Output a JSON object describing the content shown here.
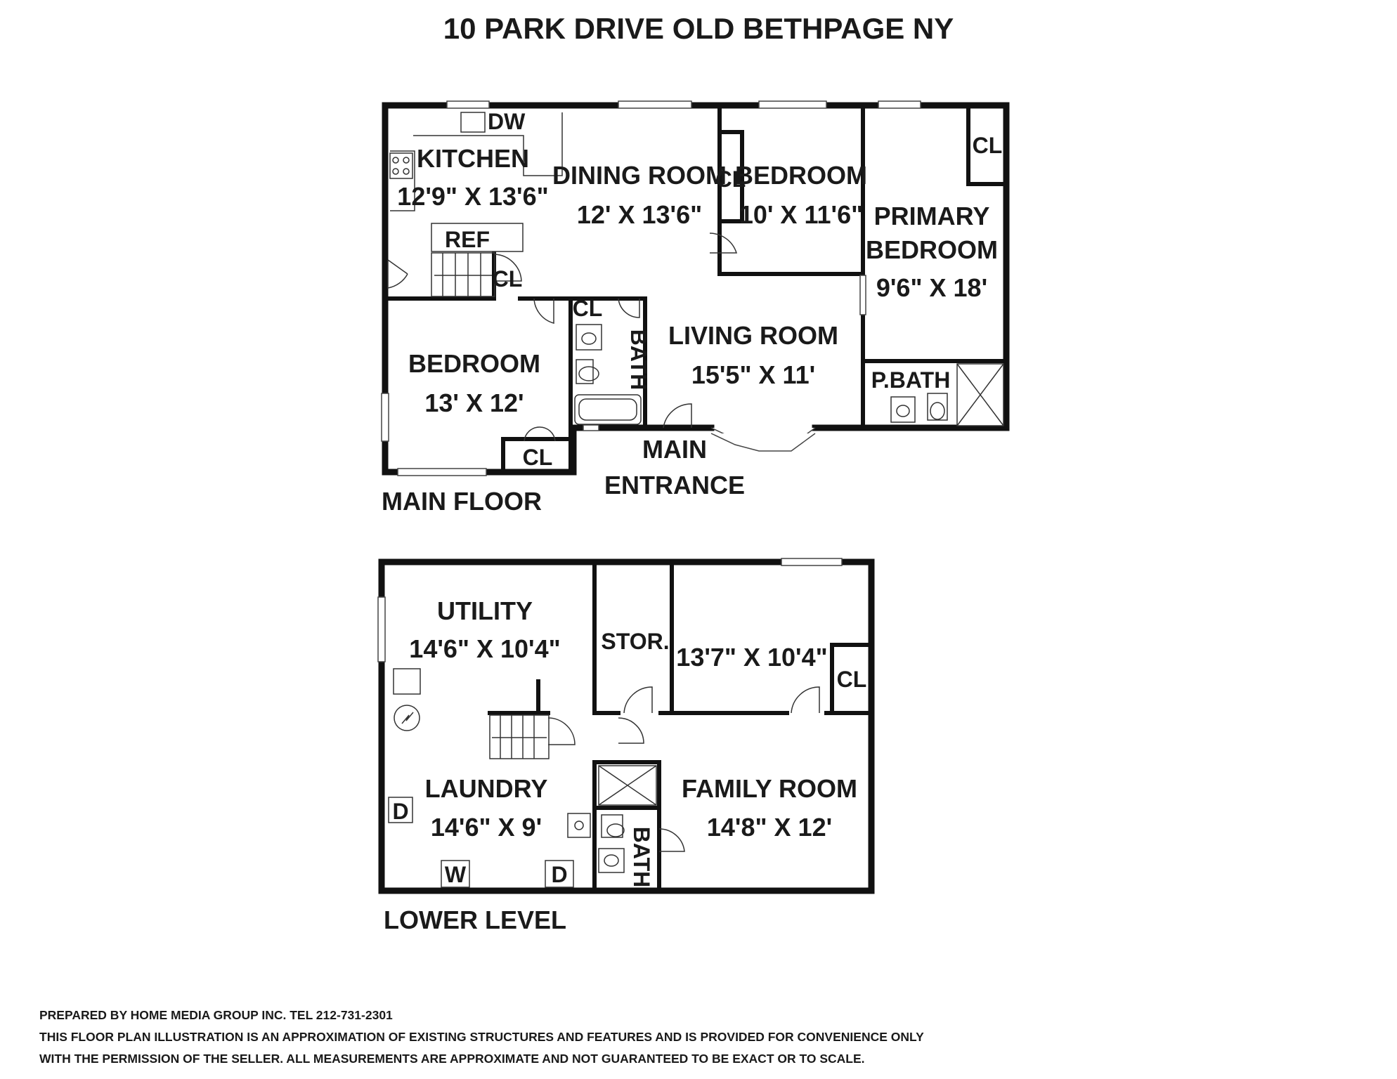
{
  "title": "10 PARK DRIVE OLD BETHPAGE NY",
  "main_floor": {
    "caption": "MAIN FLOOR",
    "kitchen": {
      "name": "KITCHEN",
      "dims": "12'9\" X 13'6\""
    },
    "dining_room": {
      "name": "DINING ROOM",
      "dims": "12' X 13'6\""
    },
    "bedroom_2": {
      "name": "BEDROOM",
      "dims": "10' X 11'6\""
    },
    "primary_bedroom": {
      "name_line1": "PRIMARY",
      "name_line2": "BEDROOM",
      "dims": "9'6\" X 18'"
    },
    "bedroom_1": {
      "name": "BEDROOM",
      "dims": "13' X 12'"
    },
    "living_room": {
      "name": "LIVING ROOM",
      "dims": "15'5\" X 11'"
    },
    "bath": "BATH",
    "primary_bath": "P.BATH",
    "entrance_line1": "MAIN",
    "entrance_line2": "ENTRANCE",
    "dw": "DW",
    "ref": "REF",
    "closet": "CL"
  },
  "lower_level": {
    "caption": "LOWER LEVEL",
    "utility": {
      "name": "UTILITY",
      "dims": "14'6\" X 10'4\""
    },
    "storage": "STOR.",
    "room": {
      "dims": "13'7\" X 10'4\""
    },
    "laundry": {
      "name": "LAUNDRY",
      "dims": "14'6\" X 9'"
    },
    "family_room": {
      "name": "FAMILY ROOM",
      "dims": "14'8\" X 12'"
    },
    "bath": "BATH",
    "closet": "CL",
    "dryer": "D",
    "washer": "W"
  },
  "footer": {
    "line1": "PREPARED BY  HOME MEDIA GROUP INC.  TEL 212-731-2301",
    "line2": "THIS FLOOR PLAN ILLUSTRATION IS AN APPROXIMATION OF EXISTING STRUCTURES AND FEATURES AND IS PROVIDED FOR CONVENIENCE ONLY",
    "line3": "WITH THE PERMISSION OF THE SELLER. ALL MEASUREMENTS ARE APPROXIMATE AND NOT GUARANTEED TO BE EXACT OR TO SCALE."
  }
}
